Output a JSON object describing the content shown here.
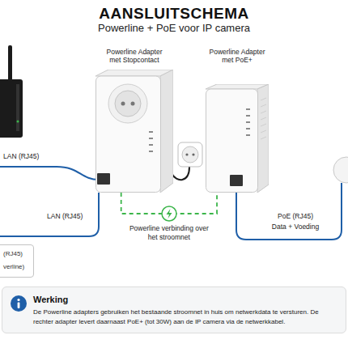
{
  "diagram": {
    "title": "AANSLUITSCHEMA",
    "nodes": [
      {
        "text": [
          "Powerline Adapter met Stopcontact"
        ]
      },
      {
        "text": [
          "Powerline Adapter met PoE+"
        ]
      },
      {
        "text": [
          "(RJ45)",
          "verline)"
        ]
      },
      {
        "text": [
          "Werking",
          "De Powerline adapters gebruiken het bestaande stroomnet in huis om netwerkdata te versturen. De rechter adapter levert daarnaast PoE+ (tot 30W) aan de IP camera via de netwerkkabel."
        ]
      }
    ],
    "edges": [
      {
        "from": 0,
        "to": 1,
        "arrow": "none",
        "label": "Powerline verbinding over het stroomnet"
      }
    ],
    "labels": [
      "Powerline + PoE voor IP camera",
      "LAN (RJ45)",
      "LAN (RJ45)",
      "PoE (RJ45)",
      "Data + Voeding"
    ]
  }
}
